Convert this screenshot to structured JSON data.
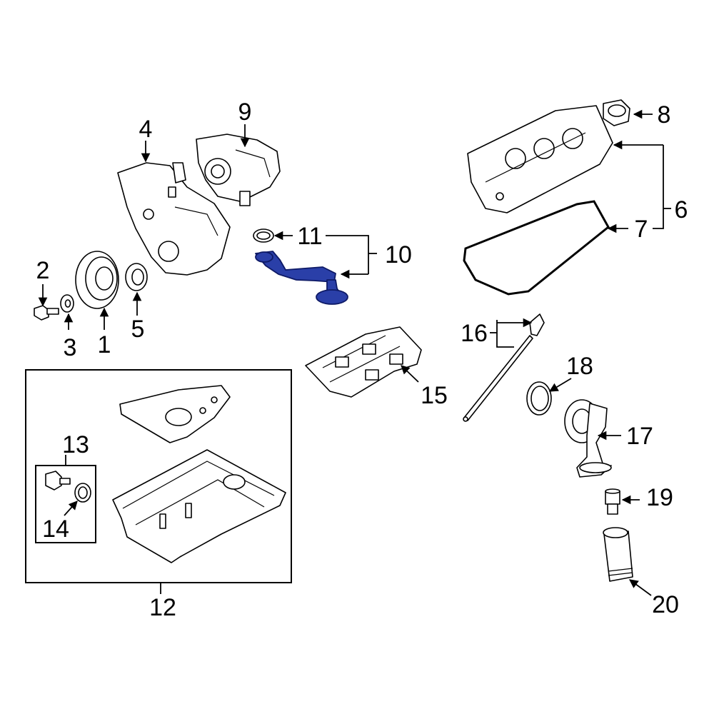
{
  "diagram": {
    "callouts": {
      "c1": "1",
      "c2": "2",
      "c3": "3",
      "c4": "4",
      "c5": "5",
      "c6": "6",
      "c7": "7",
      "c8": "8",
      "c9": "9",
      "c10": "10",
      "c11": "11",
      "c12": "12",
      "c13": "13",
      "c14": "14",
      "c15": "15",
      "c16": "16",
      "c17": "17",
      "c18": "18",
      "c19": "19",
      "c20": "20"
    },
    "highlight_color": "#2a3fa8",
    "highlighted_part": "10"
  }
}
